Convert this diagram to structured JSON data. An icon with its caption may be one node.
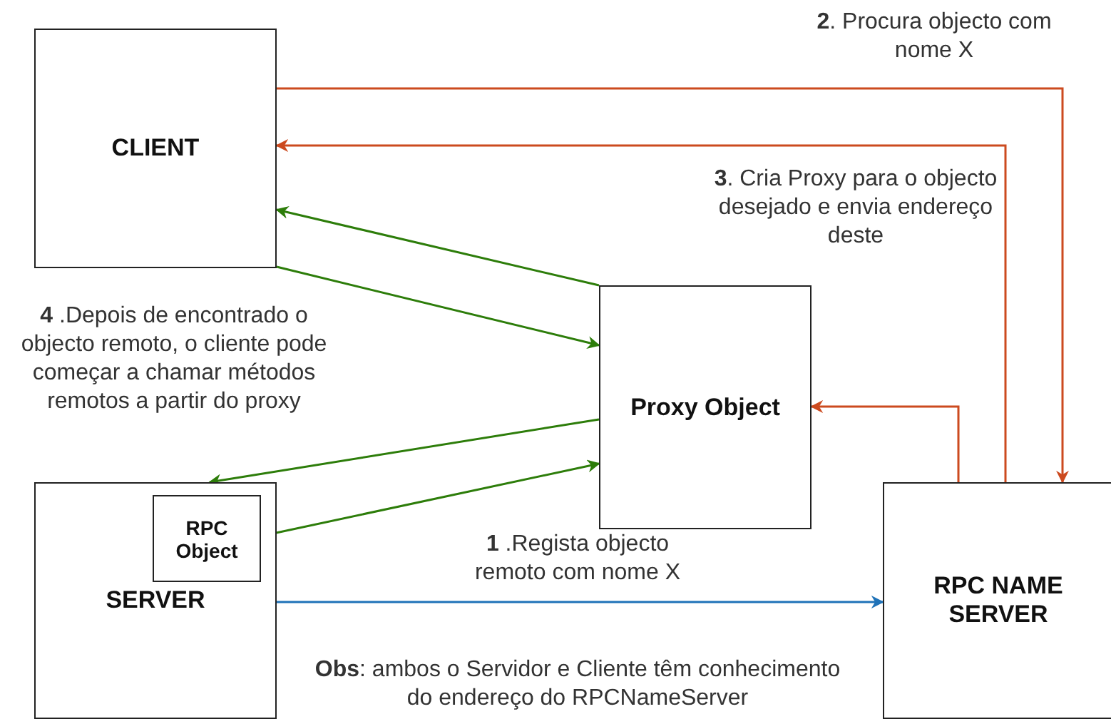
{
  "diagram": {
    "nodes": [
      {
        "text": [
          "CLIENT"
        ]
      },
      {
        "text": [
          "Proxy Object"
        ]
      },
      {
        "text": [
          "SERVER"
        ]
      },
      {
        "text": [
          "RPC Object"
        ],
        "in": 2
      },
      {
        "text": [
          "RPC NAME SERVER"
        ]
      }
    ],
    "edges": [
      {
        "from": 0,
        "to": 4,
        "arrow": "to",
        "label": "**2**. Procura objecto com nome X",
        "color": "#cc4a1f"
      },
      {
        "from": 4,
        "to": 0,
        "arrow": "to",
        "label": "**3**. Cria Proxy para o objecto desejado e envia endereço deste",
        "color": "#cc4a1f"
      },
      {
        "from": 4,
        "to": 1,
        "arrow": "to",
        "color": "#cc4a1f"
      },
      {
        "from": 1,
        "to": 0,
        "arrow": "to"
      },
      {
        "from": 0,
        "to": 1,
        "arrow": "to"
      },
      {
        "from": 1,
        "to": 2,
        "arrow": "to"
      },
      {
        "from": 3,
        "to": 1,
        "arrow": "to"
      },
      {
        "from": 2,
        "to": 4,
        "arrow": "to",
        "label": "**1** .Regista objecto remoto com nome X",
        "color": "#1f72b8"
      }
    ],
    "labels": [
      "**4** .Depois de encontrado o objecto remoto, o cliente pode começar a chamar métodos remotos a partir do proxy",
      "**Obs**: ambos o Servidor e Cliente têm conhecimento do endereço do RPCNameServer"
    ]
  }
}
